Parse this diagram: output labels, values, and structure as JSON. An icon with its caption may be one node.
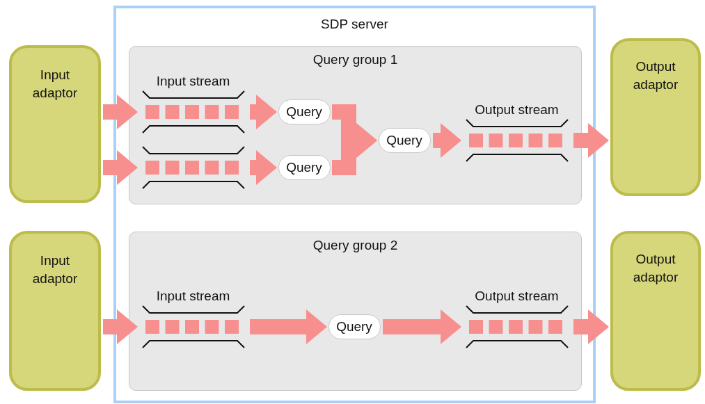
{
  "diagram": {
    "nodes": [
      {
        "text": [
          "Input adaptor"
        ]
      },
      {
        "text": [
          "Input adaptor"
        ]
      },
      {
        "text": [
          "SDP server"
        ]
      },
      {
        "text": [
          "Query group 1"
        ],
        "in": 2
      },
      {
        "text": [
          "Input stream"
        ],
        "in": 3
      },
      {
        "text": [],
        "shape": "box",
        "in": 3
      },
      {
        "text": [
          "Query"
        ],
        "in": 3
      },
      {
        "text": [
          "Query"
        ],
        "in": 3
      },
      {
        "text": [
          "Query"
        ],
        "in": 3
      },
      {
        "text": [
          "Output stream"
        ],
        "in": 3
      },
      {
        "text": [
          "Query group 2"
        ],
        "in": 2
      },
      {
        "text": [
          "Input stream"
        ],
        "in": 10
      },
      {
        "text": [
          "Query"
        ],
        "in": 10
      },
      {
        "text": [
          "Output stream"
        ],
        "in": 10
      },
      {
        "text": [
          "Output adaptor"
        ]
      },
      {
        "text": [
          "Output adaptor"
        ]
      }
    ],
    "edges": [
      {
        "from": 0,
        "to": 4,
        "arrow": "to"
      },
      {
        "from": 0,
        "to": 5,
        "arrow": "to"
      },
      {
        "from": 4,
        "to": 6,
        "arrow": "to"
      },
      {
        "from": 5,
        "to": 7,
        "arrow": "to"
      },
      {
        "from": 6,
        "to": 8,
        "arrow": "to"
      },
      {
        "from": 7,
        "to": 8,
        "arrow": "to"
      },
      {
        "from": 8,
        "to": 9,
        "arrow": "to"
      },
      {
        "from": 9,
        "to": 14,
        "arrow": "to"
      },
      {
        "from": 1,
        "to": 11,
        "arrow": "to"
      },
      {
        "from": 11,
        "to": 12,
        "arrow": "to"
      },
      {
        "from": 12,
        "to": 13,
        "arrow": "to"
      },
      {
        "from": 13,
        "to": 15,
        "arrow": "to"
      }
    ]
  }
}
